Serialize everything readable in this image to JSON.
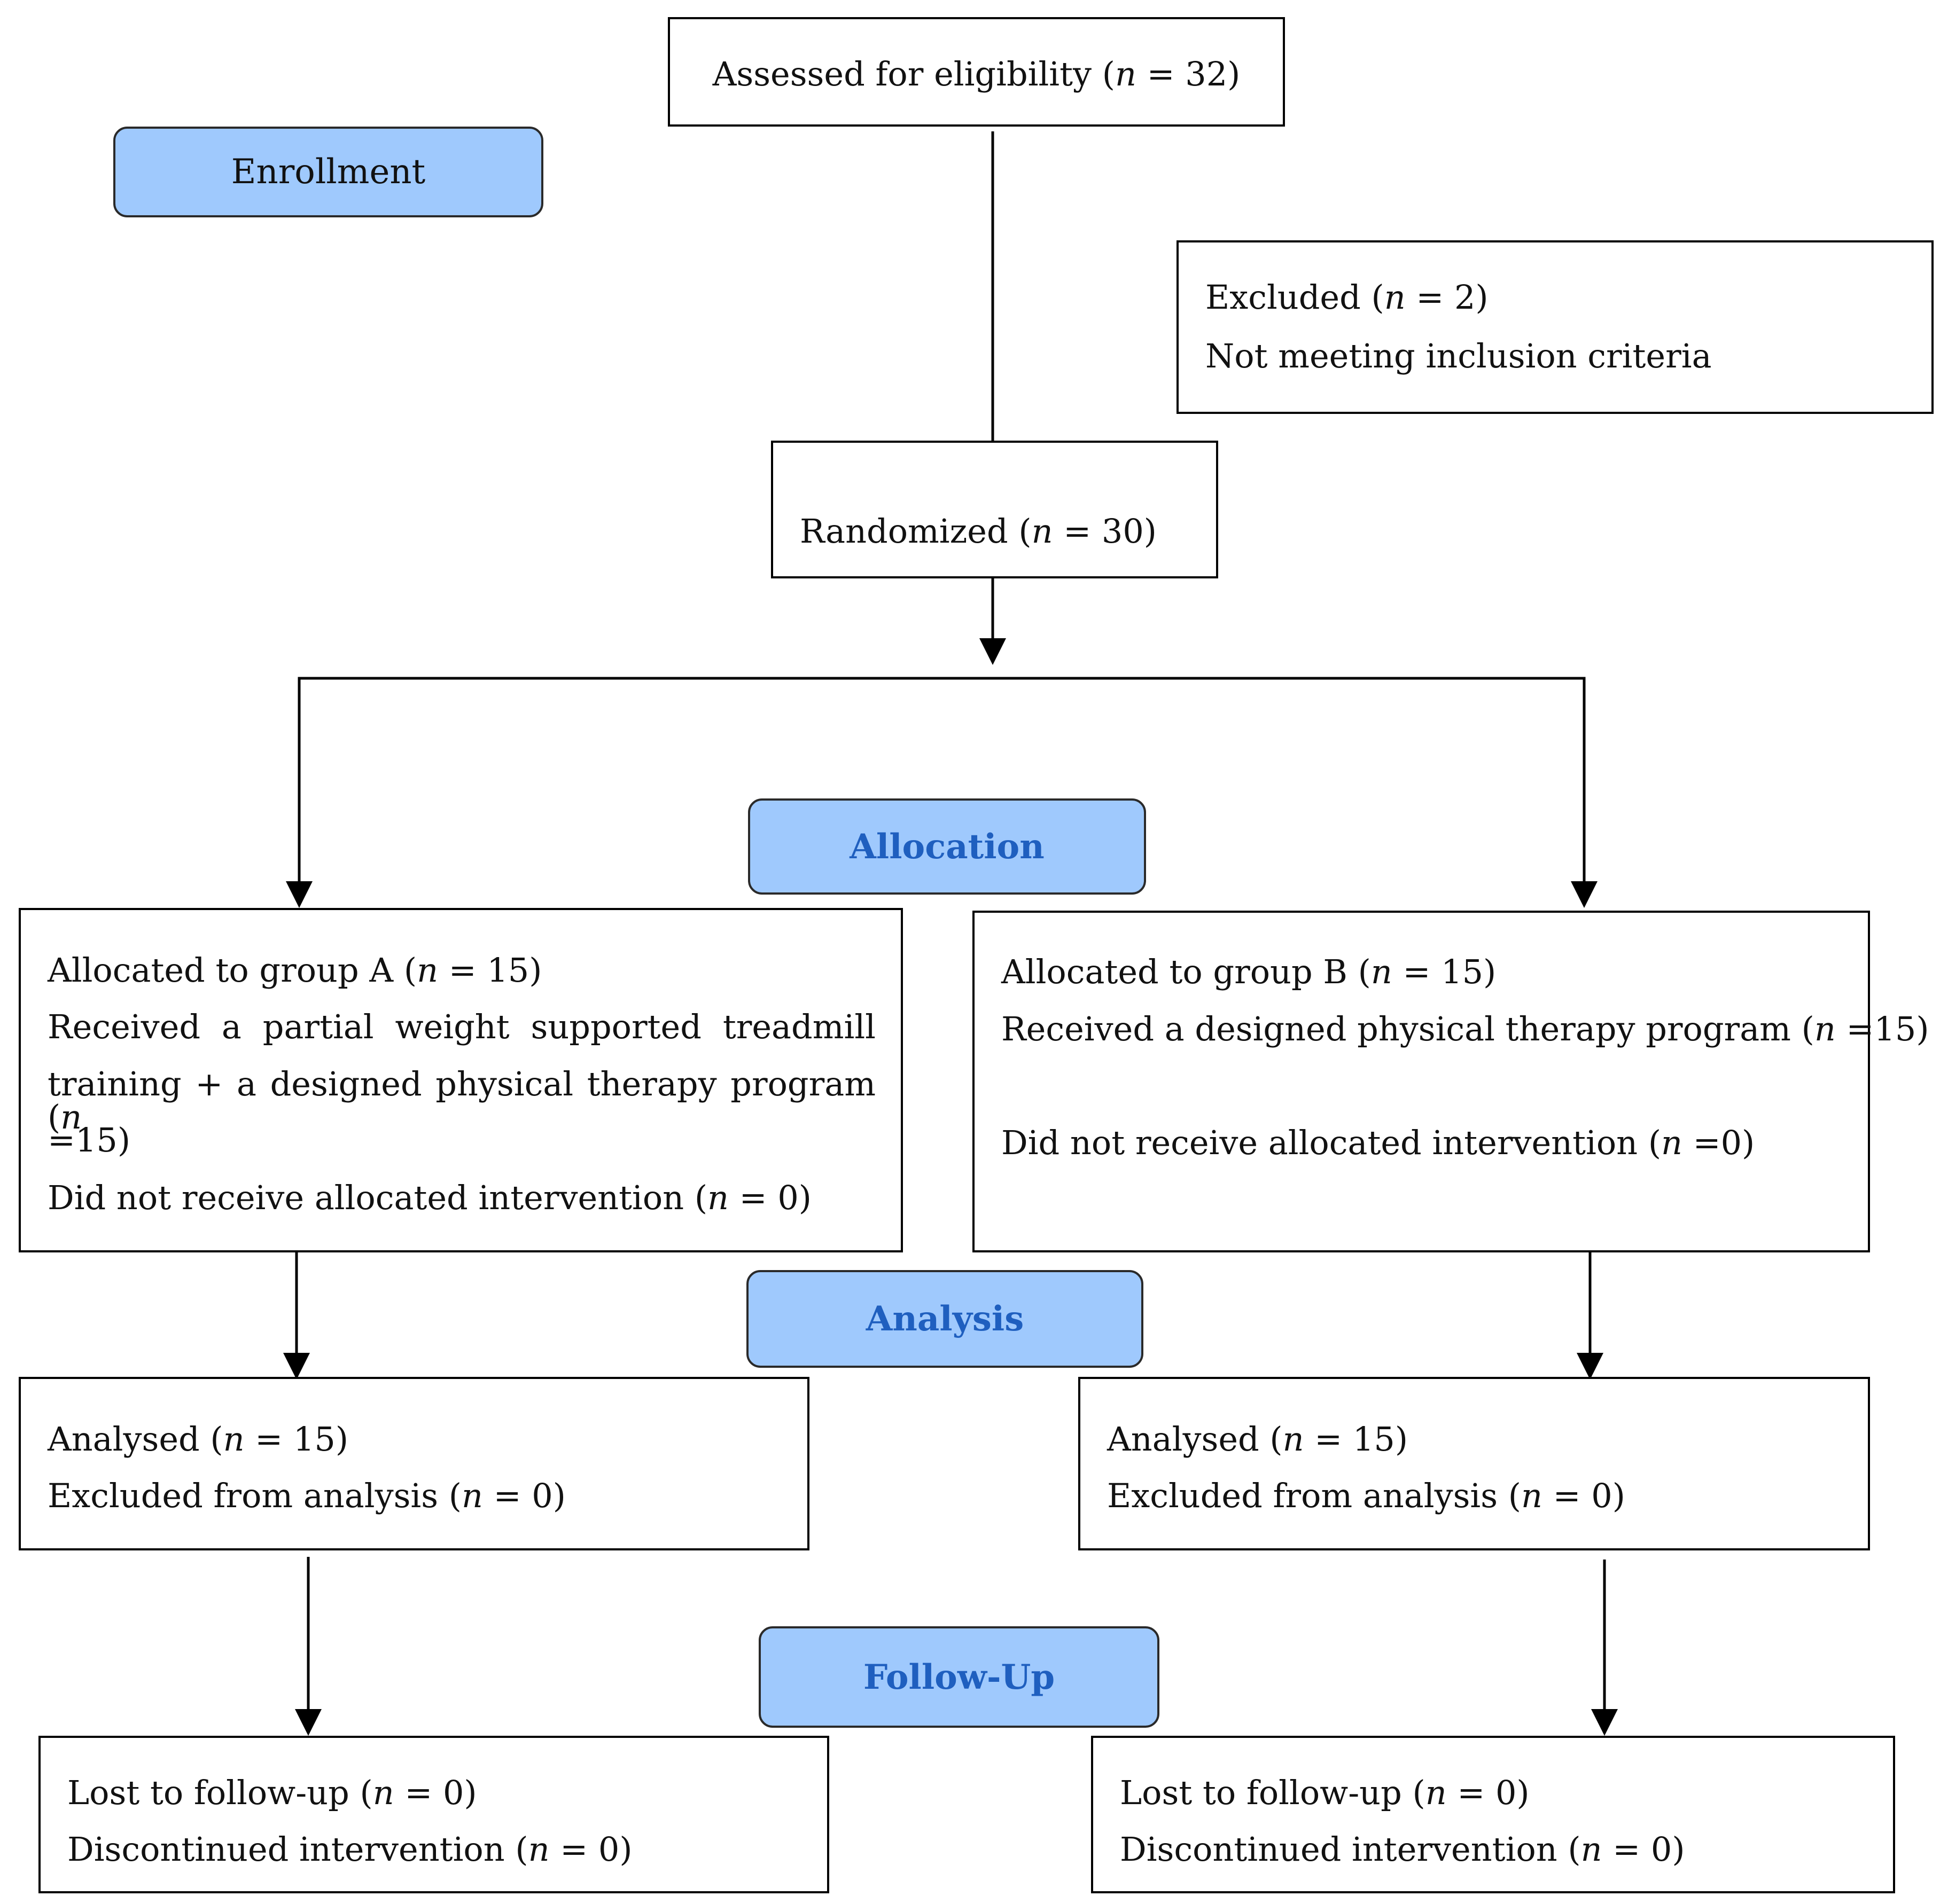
{
  "stages": {
    "enrollment": "Enrollment",
    "allocation": "Allocation",
    "analysis": "Analysis",
    "follow_up": "Follow-Up"
  },
  "assessed": {
    "label": "Assessed for eligibility (",
    "n": "n",
    "value": " = 32)"
  },
  "excluded": {
    "line1_label": "Excluded (",
    "n": "n",
    "line1_value": " = 2)",
    "line2": "Not meeting inclusion criteria"
  },
  "randomized": {
    "label": "Randomized (",
    "n": "n",
    "value": " = 30)"
  },
  "group_a": {
    "allocated_label": "Allocated to group A (",
    "n": "n",
    "allocated_value": " = 15)",
    "received_line1": "Received a partial weight supported treadmill",
    "received_line2": "training + a designed physical therapy program (",
    "received_line2_n": "n",
    "received_line3": "=15)",
    "not_received_label": "Did not receive allocated intervention (",
    "not_received_value": " = 0)"
  },
  "group_b": {
    "allocated_label": "Allocated to group B (",
    "n": "n",
    "allocated_value": " = 15)",
    "received_label": "Received a designed physical therapy program (",
    "received_value": " =15)",
    "not_received_label": "Did not receive allocated intervention (",
    "not_received_value": " =0)"
  },
  "analysis_a": {
    "analysed_label": "Analysed (",
    "n": "n",
    "analysed_value": " = 15)",
    "excluded_label": "Excluded from analysis (",
    "excluded_value": " = 0)"
  },
  "analysis_b": {
    "analysed_label": "Analysed (",
    "n": "n",
    "analysed_value": " = 15)",
    "excluded_label": "Excluded from analysis (",
    "excluded_value": " = 0)"
  },
  "follow_a": {
    "lost_label": "Lost to follow-up (",
    "n": "n",
    "lost_value": " = 0)",
    "discontinued_label": "Discontinued intervention (",
    "discontinued_value": " = 0)"
  },
  "follow_b": {
    "lost_label": "Lost to follow-up (",
    "n": "n",
    "lost_value": " = 0)",
    "discontinued_label": "Discontinued intervention (",
    "discontinued_value": " = 0)"
  }
}
